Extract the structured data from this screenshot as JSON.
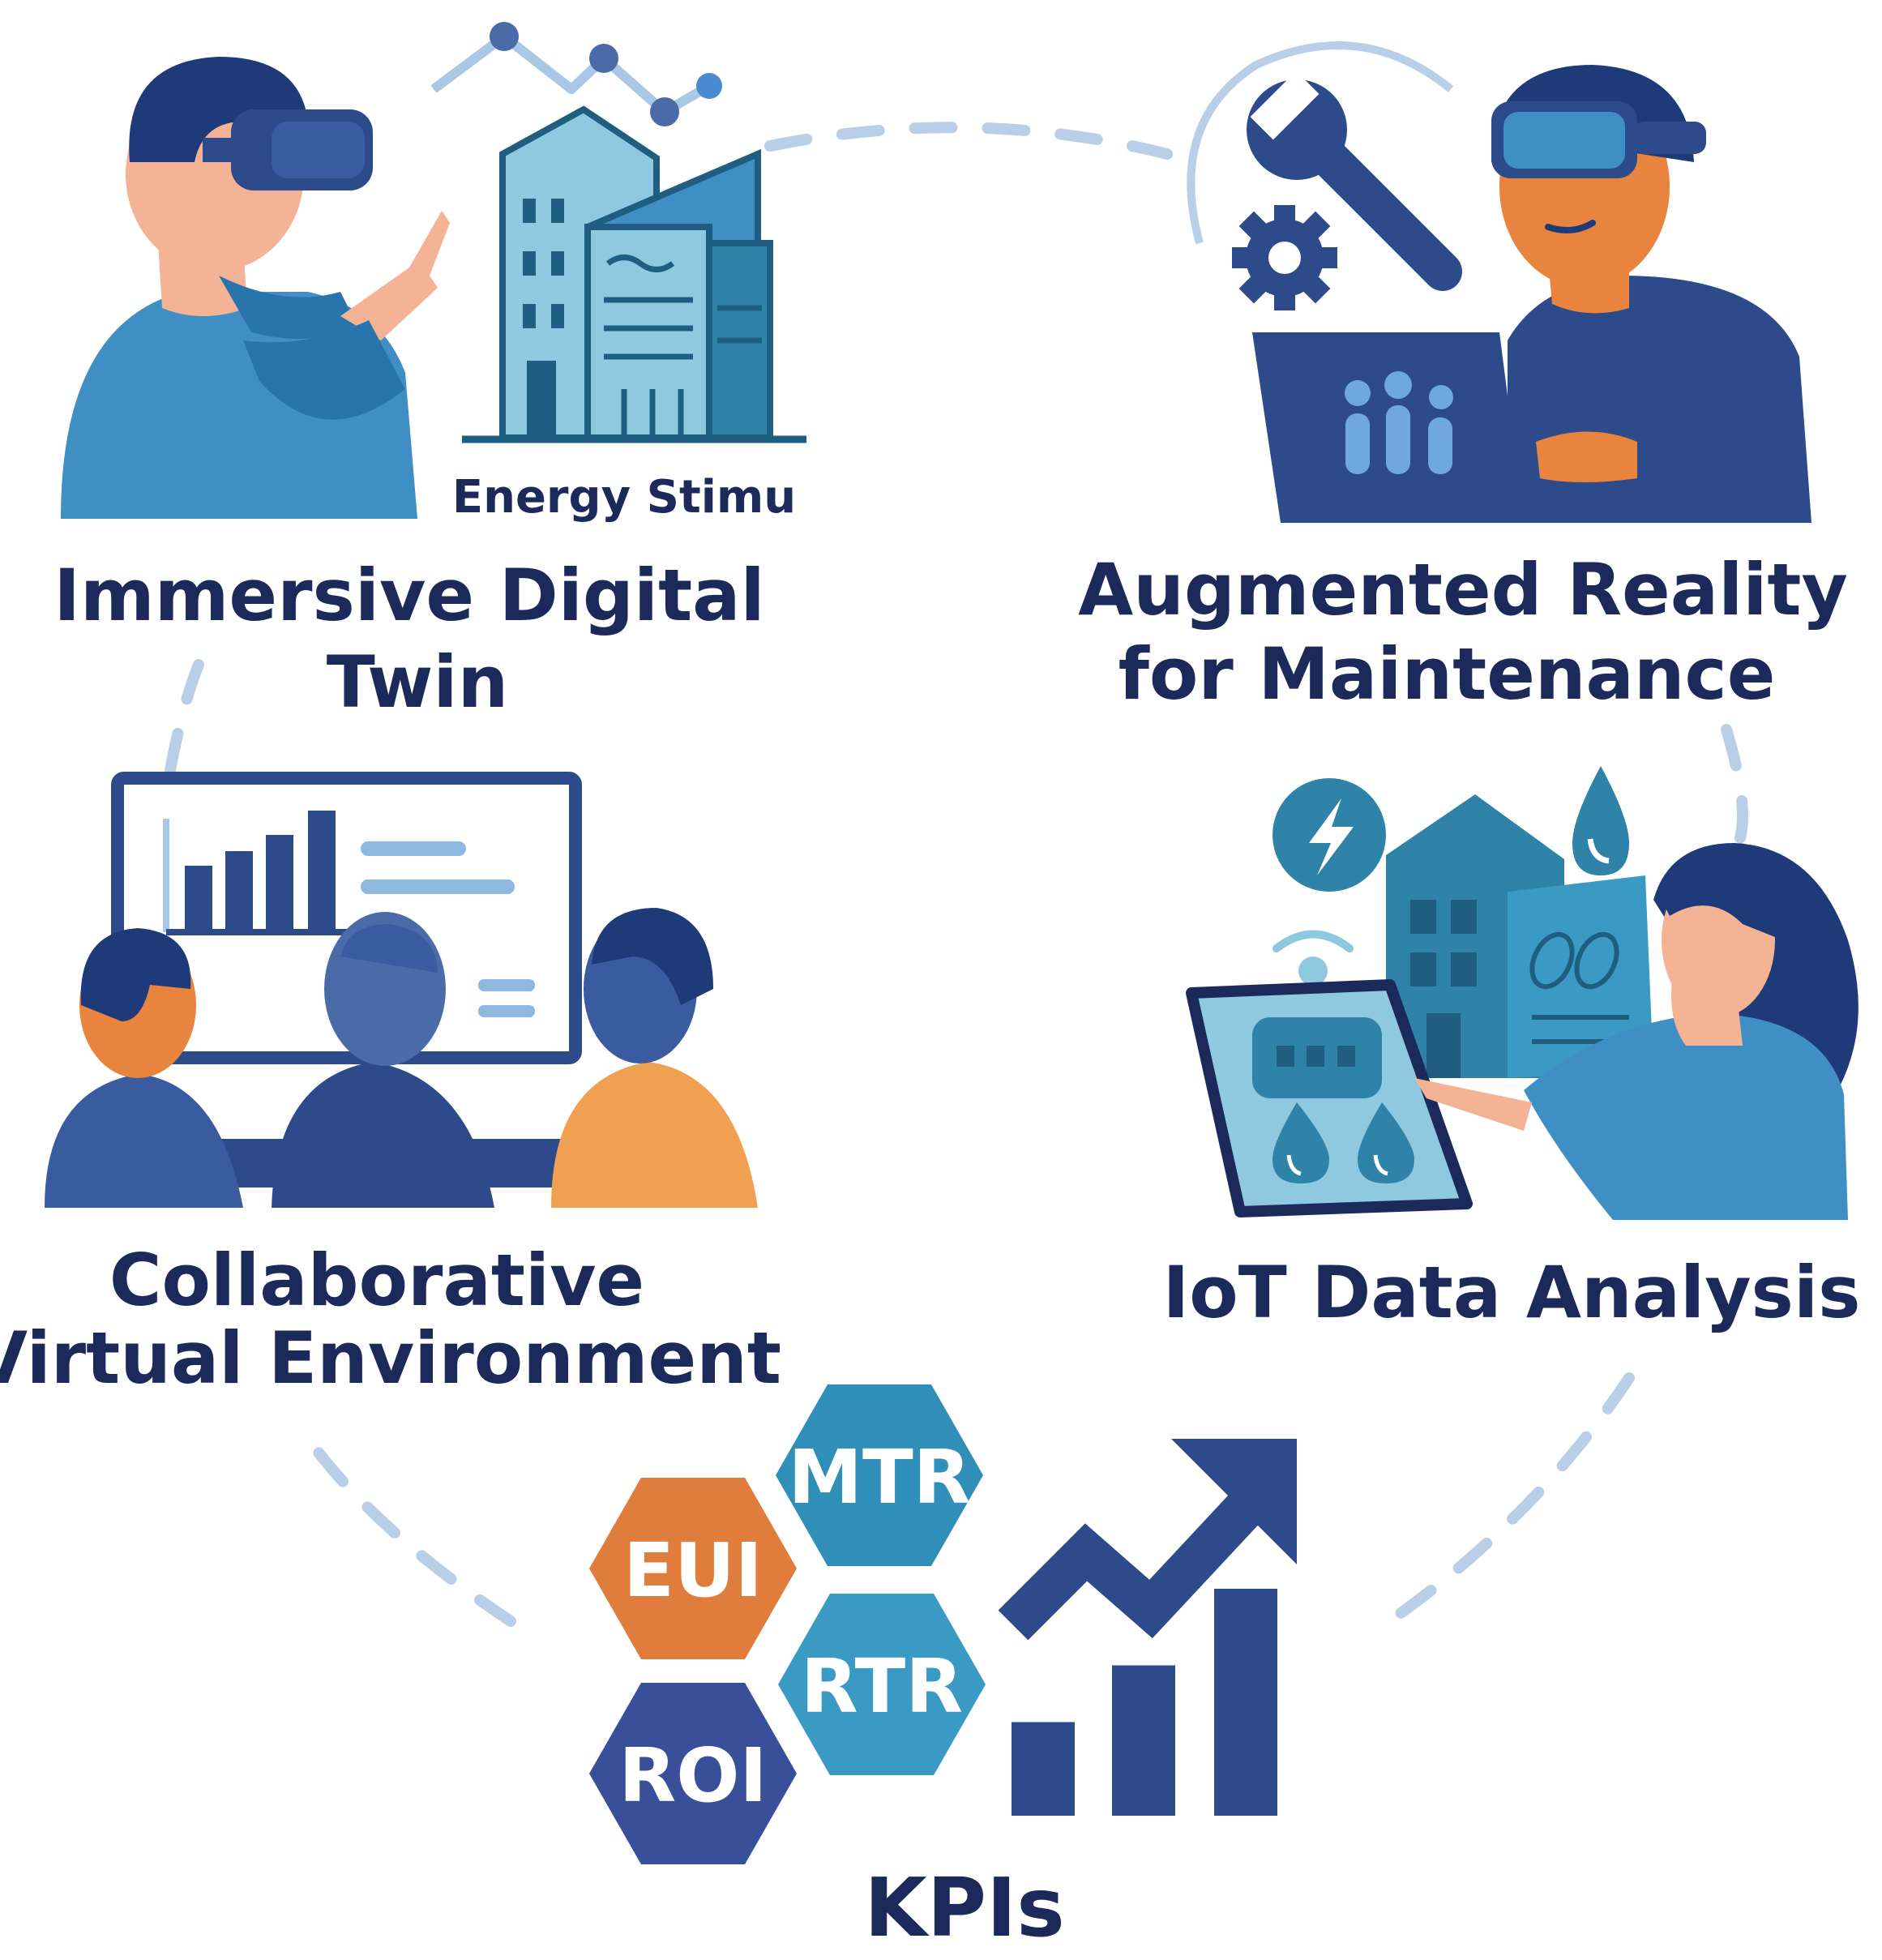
{
  "colors": {
    "navy": "#1b2a5a",
    "dark_blue": "#2d4a8a",
    "mid_blue": "#3f8fc4",
    "teal": "#2f82a8",
    "light_blue": "#8ec9e0",
    "orange": "#e8843d",
    "skin": "#f4b394",
    "dash": "#b9cfe8"
  },
  "sections": {
    "digital_twin": {
      "building_caption": "Energy Stimu",
      "title_line1": "Immersive Digital",
      "title_line2": "Twin"
    },
    "ar_maintenance": {
      "title_line1": "Augmented Reality",
      "title_line2": "for Maintenance"
    },
    "collaborative": {
      "title_line1": "Collaborative",
      "title_line2": "Virtual Environment"
    },
    "iot": {
      "title_line1": "IoT Data Analysis"
    },
    "kpis": {
      "title": "KPIs",
      "badges": [
        {
          "label": "MTR",
          "color": "#2f8fb8"
        },
        {
          "label": "EUI",
          "color": "#e07c3c"
        },
        {
          "label": "RTR",
          "color": "#3a9ac4"
        },
        {
          "label": "ROI",
          "color": "#3a4f99"
        }
      ],
      "trend_bars": [
        0.33,
        0.53,
        0.8
      ]
    }
  }
}
